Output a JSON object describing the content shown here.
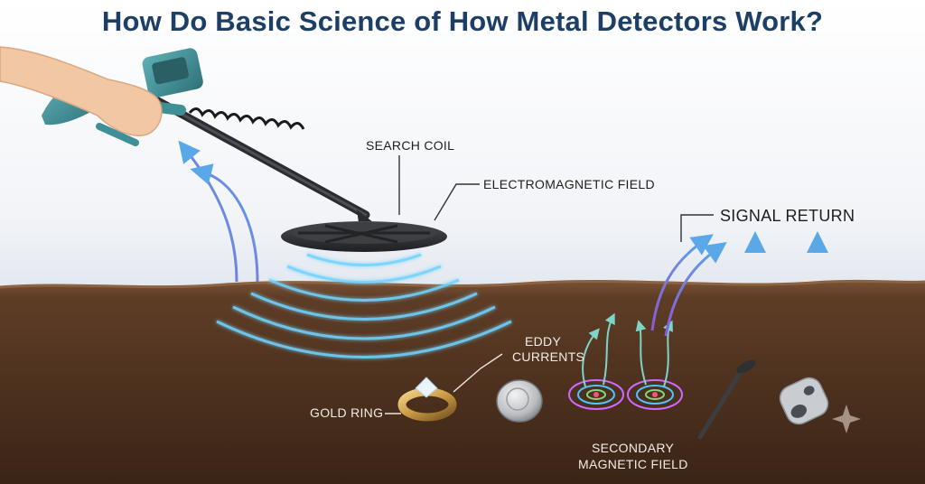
{
  "title": "How Do Basic Science of How Metal Detectors Work?",
  "labels": {
    "search_coil": "SEARCH COIL",
    "electromagnetic_field": "ELECTROMAGNETIC FIELD",
    "signal_return": "SIGNAL RETURN",
    "eddy_currents_1": "EDDY",
    "eddy_currents_2": "CURRENTS",
    "gold_ring": "GOLD RING",
    "secondary_field_1": "SECONDARY",
    "secondary_field_2": "MAGNETIC FIELD"
  },
  "colors": {
    "title": "#1d3f66",
    "sky_top": "#ffffff",
    "sky_bottom": "#e6ebf2",
    "soil_top": "#6e4a2f",
    "soil_bottom": "#3a2416",
    "detector_teal": "#3f8f96",
    "field_wave": "#6fd3ff",
    "arrow_blue": "#5aa8e8",
    "arrow_purple": "#8a5ad6"
  },
  "objects": [
    "gold-ring",
    "coin",
    "nail",
    "pull-tab",
    "sparkle"
  ]
}
